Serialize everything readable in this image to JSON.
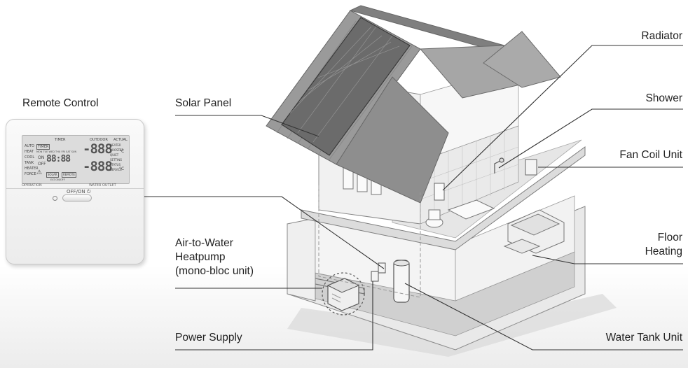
{
  "labels": {
    "remote_control": "Remote Control",
    "solar_panel": "Solar Panel",
    "radiator": "Radiator",
    "shower": "Shower",
    "fan_coil_unit": "Fan Coil Unit",
    "floor_heating_line1": "Floor",
    "floor_heating_line2": "Heating",
    "heatpump_line1": "Air-to-Water",
    "heatpump_line2": "Heatpump",
    "heatpump_line3": "(mono-bloc unit)",
    "power_supply": "Power Supply",
    "water_tank_unit": "Water Tank Unit"
  },
  "remote": {
    "timer": "TIMER",
    "outdoor": "OUTDOOR",
    "actual": "ACTUAL",
    "auto": "AUTO",
    "heat": "HEAT",
    "cool": "COOL",
    "tank": "TANK",
    "heater": "HEATER",
    "force": "FORCE",
    "timer_box": "TIMER",
    "days": "MON TUE WED THU FRI SAT SUN",
    "on": "ON",
    "off": "OFF",
    "clock": "88:88",
    "big1": "-888",
    "big2": "-888",
    "unit1": "°C",
    "unit2": "°C",
    "right_heater": "HEATER",
    "right_booster": "BOOSTER",
    "right_quiet": "QUIET",
    "right_setting": "SETTING",
    "right_status": "STATUS",
    "right_service": "SERVICE",
    "solar": "SOLAR",
    "remote_txt": "REMOTE",
    "ext": "EXT.ON/OFF",
    "operation": "OPERATION",
    "water_outlet": "WATER OUTLET",
    "offon": "OFF/ON"
  },
  "colors": {
    "roof": "#8c8c8c",
    "solar": "#6c6c6c",
    "line": "#444444"
  }
}
